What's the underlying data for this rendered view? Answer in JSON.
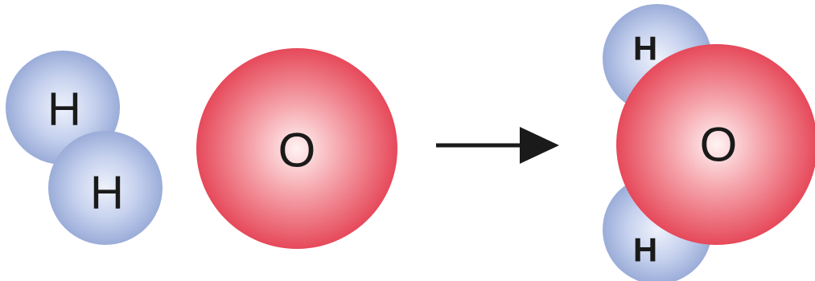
{
  "reactants": {
    "hydrogen_molecule": {
      "atoms": [
        {
          "label": "H"
        },
        {
          "label": "H"
        }
      ]
    },
    "oxygen_atom": {
      "label": "O"
    }
  },
  "arrow": {
    "icon": "right-arrow-icon"
  },
  "product": {
    "water_molecule": {
      "hydrogen_atoms": [
        {
          "label": "H"
        },
        {
          "label": "H"
        }
      ],
      "oxygen_atom": {
        "label": "O"
      }
    }
  },
  "colors": {
    "hydrogen_center": "#eaf0fa",
    "hydrogen_edge": "#9aacd8",
    "oxygen_center": "#fff0f0",
    "oxygen_edge": "#e84a5a",
    "arrow": "#1a1a1a"
  }
}
